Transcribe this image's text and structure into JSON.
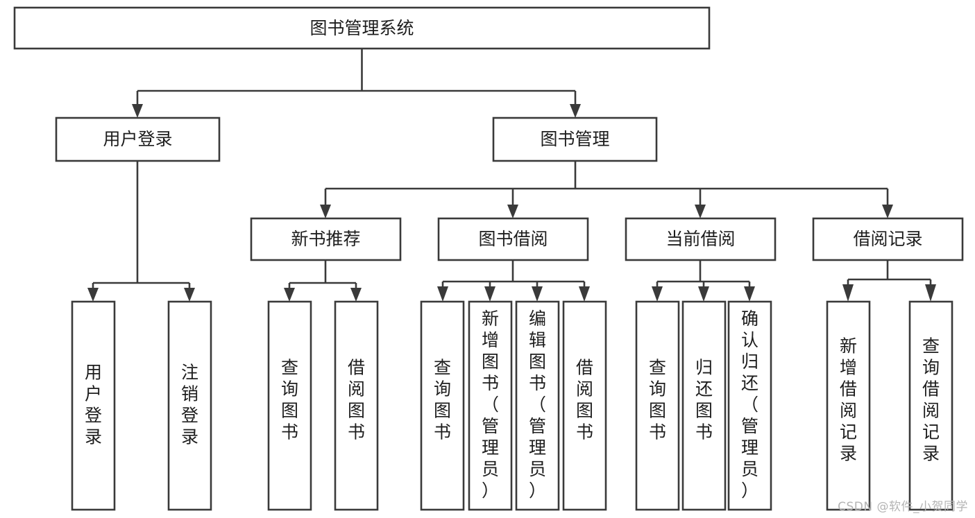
{
  "diagram": {
    "title": "图书管理系统",
    "type": "tree-hierarchy-chart",
    "watermark": "CSDN @软件_小贺同学",
    "colors": {
      "background": "#ffffff",
      "box_stroke": "#3a3a3a",
      "box_fill": "#ffffff",
      "text": "#1d1d1d",
      "watermark": "#b4b4b4"
    },
    "root": {
      "id": "root",
      "label": "图书管理系统",
      "orientation": "horizontal"
    },
    "level2": [
      {
        "id": "user-login",
        "label": "用户登录",
        "orientation": "horizontal"
      },
      {
        "id": "book-manage",
        "label": "图书管理",
        "orientation": "horizontal"
      }
    ],
    "level3": [
      {
        "id": "new-book-rec",
        "label": "新书推荐",
        "orientation": "horizontal",
        "parent": "book-manage"
      },
      {
        "id": "book-borrow",
        "label": "图书借阅",
        "orientation": "horizontal",
        "parent": "book-manage"
      },
      {
        "id": "current-borrow",
        "label": "当前借阅",
        "orientation": "horizontal",
        "parent": "book-manage"
      },
      {
        "id": "borrow-record",
        "label": "借阅记录",
        "orientation": "horizontal",
        "parent": "book-manage"
      }
    ],
    "leaves": [
      {
        "id": "leaf-user-login",
        "label": "用户登录",
        "orientation": "vertical",
        "parent": "user-login"
      },
      {
        "id": "leaf-user-logout",
        "label": "注销登录",
        "orientation": "vertical",
        "parent": "user-login"
      },
      {
        "id": "leaf-query-book-1",
        "label": "查询图书",
        "orientation": "vertical",
        "parent": "new-book-rec"
      },
      {
        "id": "leaf-borrow-book-1",
        "label": "借阅图书",
        "orientation": "vertical",
        "parent": "new-book-rec"
      },
      {
        "id": "leaf-query-book-2",
        "label": "查询图书",
        "orientation": "vertical",
        "parent": "book-borrow"
      },
      {
        "id": "leaf-add-book",
        "label": "新增图书（管理员）",
        "orientation": "vertical",
        "parent": "book-borrow"
      },
      {
        "id": "leaf-edit-book",
        "label": "编辑图书（管理员）",
        "orientation": "vertical",
        "parent": "book-borrow"
      },
      {
        "id": "leaf-borrow-book-2",
        "label": "借阅图书",
        "orientation": "vertical",
        "parent": "book-borrow"
      },
      {
        "id": "leaf-query-book-3",
        "label": "查询图书",
        "orientation": "vertical",
        "parent": "current-borrow"
      },
      {
        "id": "leaf-return-book",
        "label": "归还图书",
        "orientation": "vertical",
        "parent": "current-borrow"
      },
      {
        "id": "leaf-confirm-return",
        "label": "确认归还（管理员）",
        "orientation": "vertical",
        "parent": "current-borrow"
      },
      {
        "id": "leaf-add-record",
        "label": "新增借阅记录",
        "orientation": "vertical",
        "parent": "borrow-record"
      },
      {
        "id": "leaf-query-record",
        "label": "查询借阅记录",
        "orientation": "vertical",
        "parent": "borrow-record"
      }
    ]
  }
}
